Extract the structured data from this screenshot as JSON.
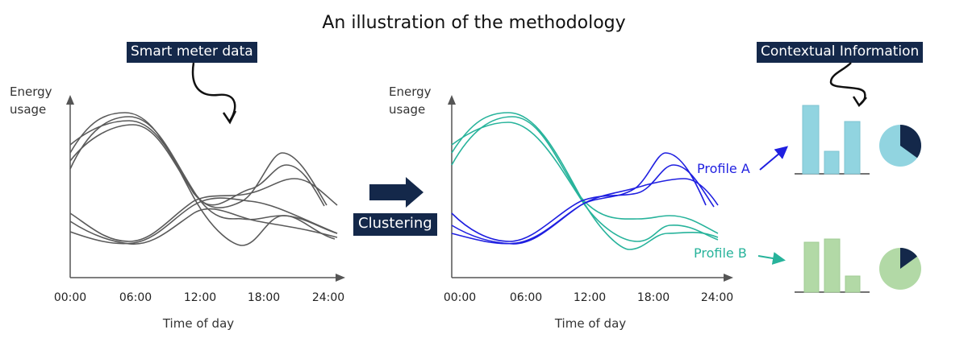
{
  "title": "An illustration of the methodology",
  "input_box": {
    "label": "Smart meter data"
  },
  "context_box": {
    "label": "Contextual Information"
  },
  "process": {
    "label": "Clustering"
  },
  "axes": {
    "ylabel_line1": "Energy",
    "ylabel_line2": "usage",
    "xlabel": "Time of day",
    "ticks": [
      "00:00",
      "06:00",
      "12:00",
      "18:00",
      "24:00"
    ]
  },
  "profiles": [
    {
      "name": "Profile A",
      "color": "#1f1fe0",
      "bar_color": "#91d4e0",
      "pie_fraction": 0.35
    },
    {
      "name": "Profile B",
      "color": "#27b39b",
      "bar_color": "#b2d9a6",
      "pie_fraction": 0.15
    }
  ],
  "colors": {
    "raw_line": "#5a5a5a",
    "navy": "#14284a",
    "axis": "#555555"
  }
}
